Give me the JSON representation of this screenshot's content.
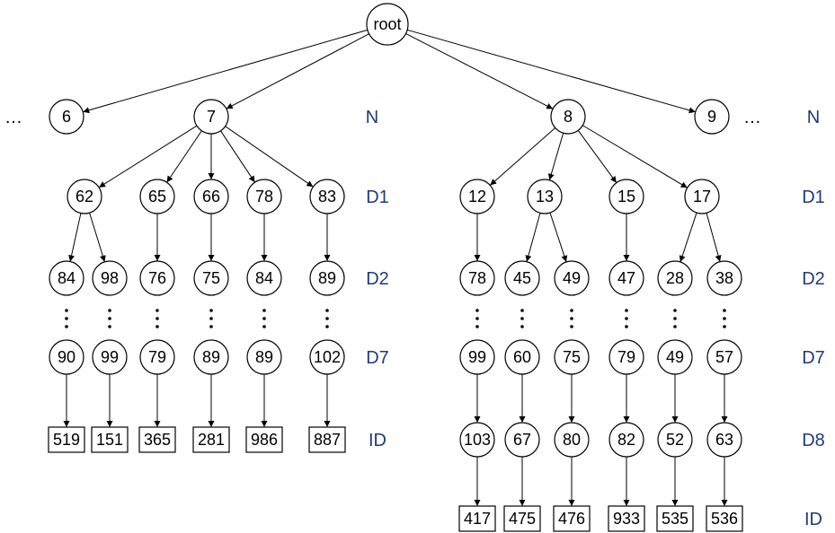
{
  "tree": {
    "root": "root",
    "left_ellipsis": "…",
    "right_ellipsis": "…",
    "level_color": "#1f3a7a",
    "level_labels_left_tree": [
      "D1",
      "D2",
      "D7",
      "ID"
    ],
    "level_labels_right_tree": [
      "N",
      "D1",
      "D2",
      "D7",
      "D8",
      "ID"
    ],
    "level_label_top_middle": "N",
    "n_nodes": [
      "6",
      "7",
      "8",
      "9"
    ],
    "subtree_7": {
      "d1": [
        "62",
        "65",
        "66",
        "78",
        "83"
      ],
      "d2": [
        "84",
        "98",
        "76",
        "75",
        "84",
        "89"
      ],
      "d7": [
        "90",
        "99",
        "79",
        "89",
        "89",
        "102"
      ],
      "ids": [
        "519",
        "151",
        "365",
        "281",
        "986",
        "887"
      ]
    },
    "subtree_8": {
      "d1": [
        "12",
        "13",
        "15",
        "17"
      ],
      "d2": [
        "78",
        "45",
        "49",
        "47",
        "28",
        "38"
      ],
      "d7": [
        "99",
        "60",
        "75",
        "79",
        "49",
        "57"
      ],
      "d8": [
        "103",
        "67",
        "80",
        "82",
        "52",
        "63"
      ],
      "ids": [
        "417",
        "475",
        "476",
        "933",
        "535",
        "536"
      ]
    }
  }
}
